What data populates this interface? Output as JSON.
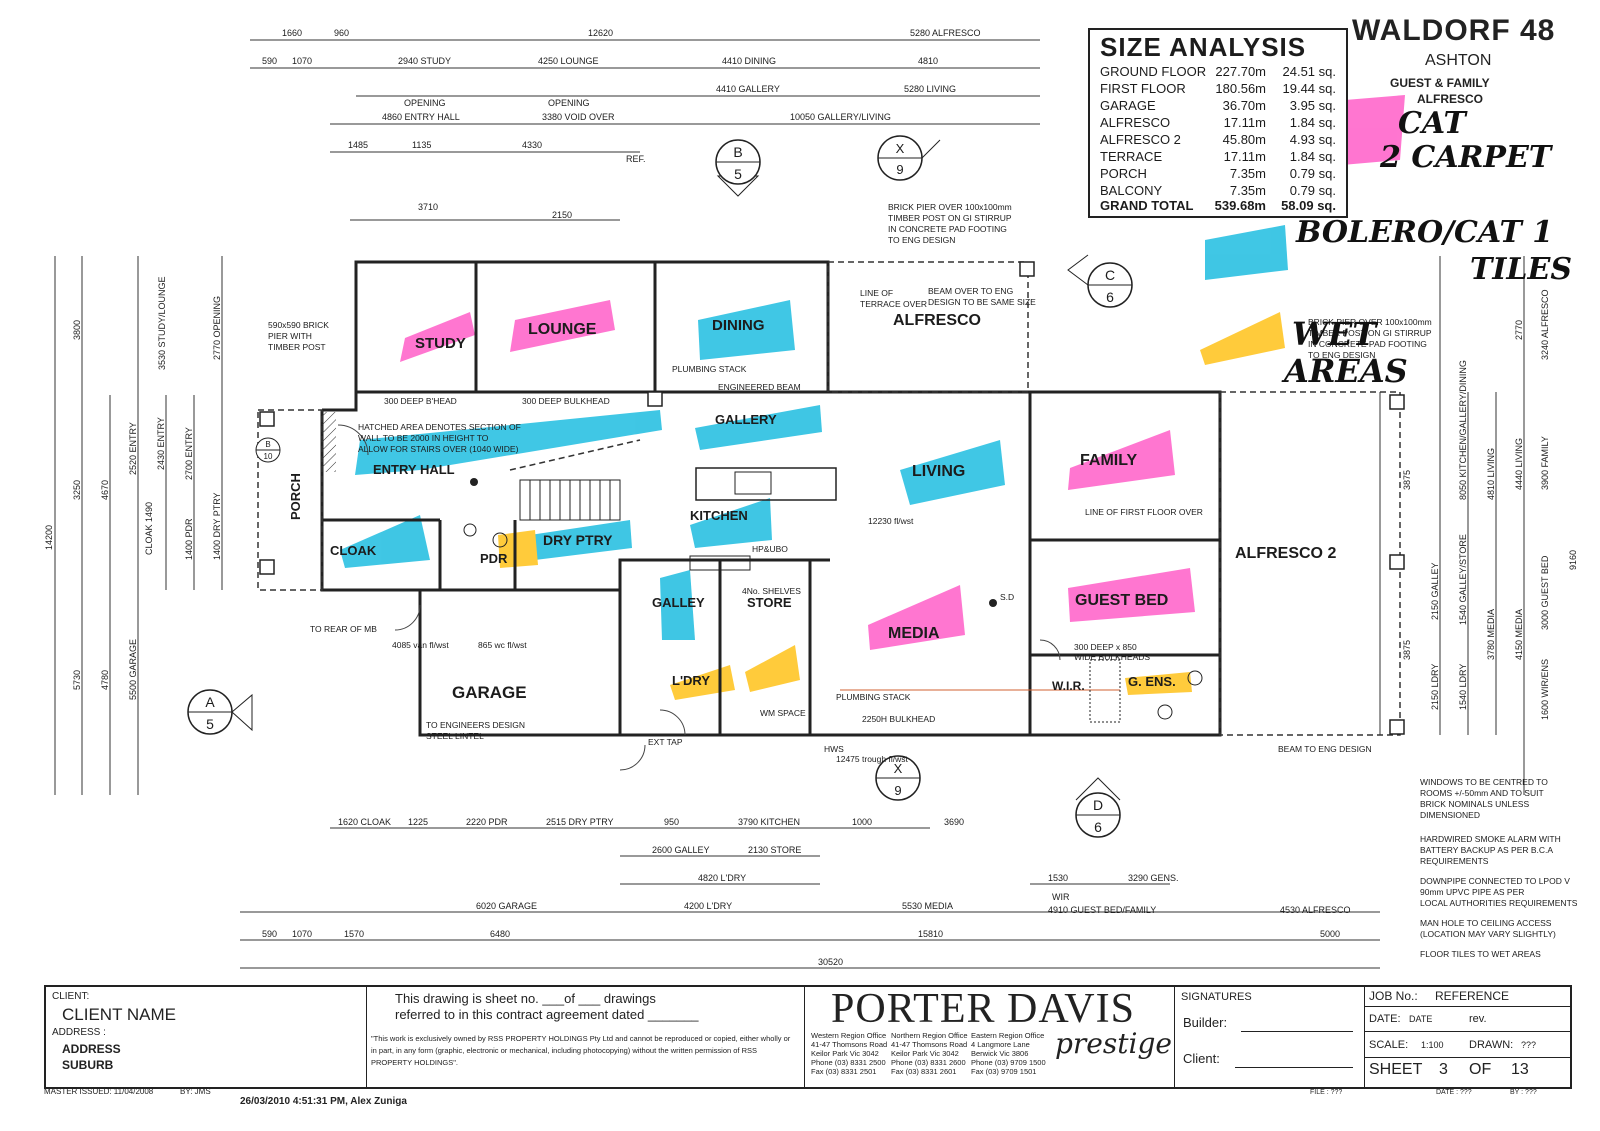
{
  "header": {
    "plan_name": "WALDORF 48",
    "facade": "ASHTON",
    "option_line1": "GUEST & FAMILY",
    "option_line2": "ALFRESCO"
  },
  "size_analysis": {
    "title": "SIZE ANALYSIS",
    "rows": [
      {
        "label": "GROUND FLOOR",
        "area": "227.70m",
        "sq": "24.51 sq."
      },
      {
        "label": "FIRST FLOOR",
        "area": "180.56m",
        "sq": "19.44 sq."
      },
      {
        "label": "GARAGE",
        "area": "36.70m",
        "sq": "3.95 sq."
      },
      {
        "label": "ALFRESCO",
        "area": "17.11m",
        "sq": "1.84 sq."
      },
      {
        "label": "ALFRESCO 2",
        "area": "45.80m",
        "sq": "4.93 sq."
      },
      {
        "label": "TERRACE",
        "area": "17.11m",
        "sq": "1.84 sq."
      },
      {
        "label": "PORCH",
        "area": "7.35m",
        "sq": "0.79 sq."
      },
      {
        "label": "BALCONY",
        "area": "7.35m",
        "sq": "0.79 sq."
      }
    ],
    "total": {
      "label": "GRAND TOTAL",
      "area": "539.68m",
      "sq": "58.09 sq."
    }
  },
  "legend": {
    "pink_label_1": "CAT",
    "pink_label_2": "2 CARPET",
    "blue_label_1": "BOLERO/CAT 1",
    "blue_label_2": "TILES",
    "yellow_label_1": "WET",
    "yellow_label_2": "AREAS",
    "colors": {
      "pink": "#ff5ec8",
      "blue": "#1ebde0",
      "yellow": "#ffc21a"
    }
  },
  "rooms": {
    "study": "STUDY",
    "lounge": "LOUNGE",
    "dining": "DINING",
    "alfresco": "ALFRESCO",
    "gallery": "GALLERY",
    "entry_hall": "ENTRY HALL",
    "living": "LIVING",
    "family": "FAMILY",
    "kitchen": "KITCHEN",
    "porch": "PORCH",
    "cloak": "CLOAK",
    "pdr": "PDR",
    "dry_ptry": "DRY PTRY",
    "alfresco2": "ALFRESCO 2",
    "galley": "GALLEY",
    "store": "STORE",
    "guest_bed": "GUEST BED",
    "media": "MEDIA",
    "garage": "GARAGE",
    "ldry": "L'DRY",
    "wir": "W.I.R.",
    "gens": "G. ENS."
  },
  "section_markers": [
    {
      "letter": "B",
      "number": "5"
    },
    {
      "letter": "X",
      "number": "9"
    },
    {
      "letter": "C",
      "number": "6"
    },
    {
      "letter": "A",
      "number": "5"
    },
    {
      "letter": "X",
      "number": "9"
    },
    {
      "letter": "D",
      "number": "6"
    },
    {
      "letter": "B",
      "number": "10"
    }
  ],
  "annotations": {
    "hatched_note_1": "HATCHED AREA DENOTES SECTION OF",
    "hatched_note_2": "WALL TO BE 2000 IN HEIGHT TO",
    "hatched_note_3": "ALLOW FOR STAIRS OVER (1040 WIDE)",
    "brick_pier_1": "BRICK PIER OVER 100x100mm",
    "brick_pier_2": "TIMBER POST ON GI STIRRUP",
    "brick_pier_3": "IN CONCRETE PAD FOOTING",
    "brick_pier_4": "TO ENG DESIGN",
    "beam_over_1": "BEAM OVER TO ENG",
    "beam_over_2": "DESIGN TO BE SAME SIZE",
    "line_terrace_1": "LINE OF",
    "line_terrace_2": "TERRACE OVER",
    "pier_590_1": "590x590 BRICK",
    "pier_590_2": "PIER WITH",
    "pier_590_3": "TIMBER POST",
    "bulkhead_300a": "300 DEEP B'HEAD",
    "bulkhead_300b": "300 DEEP BULKHEAD",
    "engineered_beam": "ENGINEERED BEAM",
    "plumbing_stack": "PLUMBING STACK",
    "line_first_floor": "LINE OF FIRST FLOOR OVER",
    "to_rear_mb": "TO REAR OF MB",
    "engineers_lintel_1": "TO ENGINEERS DESIGN",
    "engineers_lintel_2": "STEEL LINTEL",
    "plumbing_stack2": "PLUMBING STACK",
    "bulkhead_2250": "2250H BULKHEAD",
    "trough": "12475 trough fl/wst",
    "guest_bulkhead_1": "300 DEEP x 850",
    "guest_bulkhead_2": "WIDE BULKHEADS",
    "beam_eng": "BEAM TO ENG DESIGN",
    "kitchen_wst": "12230 fl/wst",
    "van_wst": "4085 van fl/wst",
    "wc_wst": "865 wc fl/wst",
    "shelves": "4No. SHELVES",
    "wm_space": "WM SPACE",
    "hp_ubo": "HP&UBO",
    "ext_tap": "EXT TAP",
    "hws": "HWS",
    "sd": "S.D"
  },
  "notes": {
    "n1": "WINDOWS TO BE CENTRED TO",
    "n2": "ROOMS +/-50mm AND TO SUIT",
    "n3": "BRICK NOMINALS UNLESS",
    "n4": "DIMENSIONED",
    "n5": "HARDWIRED SMOKE ALARM WITH",
    "n6": "BATTERY BACKUP AS PER B.C.A",
    "n7": "REQUIREMENTS",
    "n8": "DOWNPIPE CONNECTED TO LPOD V",
    "n9": "90mm UPVC PIPE AS PER",
    "n10": "LOCAL AUTHORITIES REQUIREMENTS",
    "n11": "MAN HOLE TO CEILING ACCESS",
    "n12": "(LOCATION MAY VARY SLIGHTLY)",
    "n13": "FLOOR TILES TO WET AREAS"
  },
  "dims_top": {
    "d1660": "1660",
    "d960": "960",
    "d12620": "12620",
    "d5280a": "5280 ALFRESCO",
    "d590": "590",
    "d1070": "1070",
    "d2940": "2940 STUDY",
    "d4250": "4250 LOUNGE",
    "d4410a": "4410 DINING",
    "d4810": "4810",
    "d4410b": "4410 GALLERY",
    "d5280b": "5280 LIVING",
    "d4860": "4860 ENTRY HALL",
    "d3380": "3380 VOID OVER",
    "d10050": "10050 GALLERY/LIVING",
    "d1485": "1485",
    "d1135": "1135",
    "d4330": "4330",
    "d3710": "3710",
    "d2150": "2150",
    "opening": "OPENING",
    "ref": "REF."
  },
  "dims_bottom": {
    "b1620": "1620 CLOAK",
    "b1225": "1225",
    "b2220": "2220 PDR",
    "b2515": "2515 DRY PTRY",
    "b950": "950",
    "b3790": "3790 KITCHEN",
    "b1000": "1000",
    "b3690": "3690",
    "b2600": "2600 GALLEY",
    "b2130": "2130 STORE",
    "b4820": "4820 L'DRY",
    "b1530": "1530",
    "b3290": "3290 GENS.",
    "b6020": "6020 GARAGE",
    "b4200": "4200 L'DRY",
    "b5530": "5530 MEDIA",
    "bwir": "WIR",
    "b4910": "4910 GUEST BED/FAMILY",
    "b4530": "4530 ALFRESCO",
    "b6480": "6480",
    "b15810": "15810",
    "b5000": "5000",
    "b30520": "30520",
    "b1570": "1570",
    "b590": "590",
    "b1070": "1070"
  },
  "dims_left": {
    "l3800": "3800",
    "l3530": "3530 STUDY/LOUNGE",
    "l2770": "2770 OPENING",
    "l2520": "2520 ENTRY",
    "l2430": "2430 ENTRY",
    "l2700": "2700 ENTRY",
    "l3250": "3250",
    "l4670": "4670",
    "l5730": "5730",
    "l4780": "4780",
    "l5500": "5500 GARAGE",
    "l14200": "14200",
    "lcloak": "CLOAK 1490",
    "lpdr": "1400 PDR",
    "ldry": "1400 DRY PTRY"
  },
  "dims_right": {
    "r3240": "3240 ALFRESCO",
    "r2770": "2770",
    "r8050": "8050 KITCHEN/GALLERY/DINING",
    "r4810": "4810 LIVING",
    "r4440": "4440 LIVING",
    "r3900": "3900 FAMILY",
    "r2150a": "2150 GALLEY",
    "r2150b": "2150 LDRY",
    "r1540a": "1540 GALLEY/STORE",
    "r1540b": "1540 LDRY",
    "r3780": "3780 MEDIA",
    "r4150": "4150 MEDIA",
    "r3000": "3000 GUEST BED",
    "r1600": "1600 WIR/ENS",
    "r9160": "9160",
    "r3875": "3875"
  },
  "title_block": {
    "client_label": "CLIENT:",
    "client_name": "CLIENT NAME",
    "address_label": "ADDRESS :",
    "address": "ADDRESS",
    "suburb": "SUBURB",
    "sheet_text_1": "This drawing is sheet no. ___of ___ drawings",
    "sheet_text_2": "referred to in this contract agreement dated _______",
    "copyright": "\"This work is exclusively owned by RSS PROPERTY HOLDINGS Pty Ltd and cannot be reproduced or copied, either wholly or in part, in any form (graphic, electronic or mechanical, including photocopying) without the written permission of RSS PROPERTY HOLDINGS\".",
    "company": "PORTER DAVIS",
    "brand": "prestige",
    "office_w_1": "Western Region Office",
    "office_w_2": "41-47 Thomsons Road",
    "office_w_3": "Keilor Park Vic 3042",
    "office_w_4": "Phone (03) 8331 2500",
    "office_w_5": "Fax (03) 8331 2501",
    "office_n_1": "Northern Region Office",
    "office_n_2": "41-47 Thomsons Road",
    "office_n_3": "Keilor Park Vic 3042",
    "office_n_4": "Phone (03) 8331 2600",
    "office_n_5": "Fax (03) 8331 2601",
    "office_e_1": "Eastern Region Office",
    "office_e_2": "4 Langmore Lane",
    "office_e_3": "Berwick Vic 3806",
    "office_e_4": "Phone (03) 9709 1500",
    "office_e_5": "Fax (03) 9709 1501",
    "signatures": "SIGNATURES",
    "builder": "Builder:",
    "client": "Client:",
    "job_label": "JOB No.:",
    "job_value": "REFERENCE",
    "date_label": "DATE:",
    "date_value": "DATE",
    "rev": "rev.",
    "scale_label": "SCALE:",
    "scale_value": "1:100",
    "drawn_label": "DRAWN:",
    "drawn_value": "???",
    "sheet_label": "SHEET",
    "sheet_num": "3",
    "sheet_of": "OF",
    "sheet_total": "13",
    "master_issued": "MASTER ISSUED: 11/04/2008",
    "by": "BY: JMS",
    "timestamp": "26/03/2010 4:51:31 PM, Alex Zuniga",
    "file": "FILE : ???",
    "date_bottom": "DATE : ???",
    "by_bottom": "BY : ???"
  }
}
